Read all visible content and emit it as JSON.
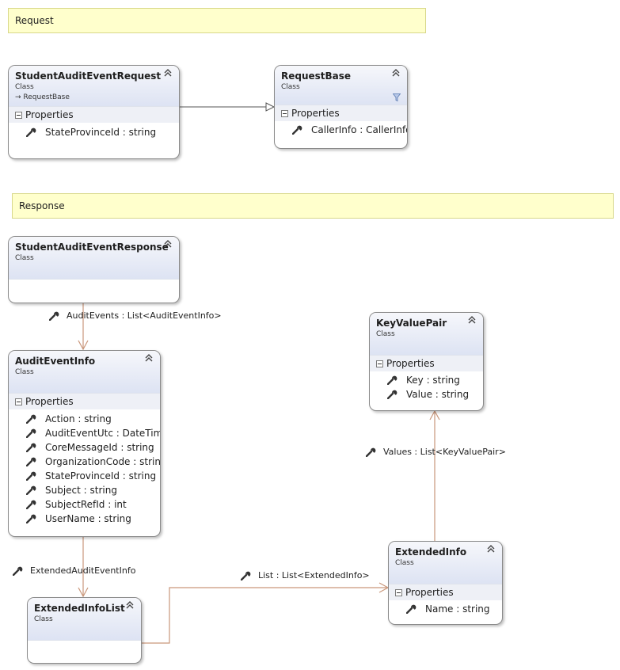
{
  "notes": {
    "request": "Request",
    "response": "Response"
  },
  "classes": {
    "student_audit_event_request": {
      "name": "StudentAuditEventRequest",
      "stereotype": "Class",
      "base": "RequestBase",
      "section": "Properties",
      "properties": [
        "StateProvinceId : string"
      ]
    },
    "request_base": {
      "name": "RequestBase",
      "stereotype": "Class",
      "section": "Properties",
      "properties": [
        "CallerInfo : CallerInfo"
      ]
    },
    "student_audit_event_response": {
      "name": "StudentAuditEventResponse",
      "stereotype": "Class"
    },
    "audit_event_info": {
      "name": "AuditEventInfo",
      "stereotype": "Class",
      "section": "Properties",
      "properties": [
        "Action : string",
        "AuditEventUtc : DateTime",
        "CoreMessageId : string",
        "OrganizationCode : string",
        "StateProvinceId : string",
        "Subject : string",
        "SubjectRefId : int",
        "UserName : string"
      ]
    },
    "key_value_pair": {
      "name": "KeyValuePair",
      "stereotype": "Class",
      "section": "Properties",
      "properties": [
        "Key : string",
        "Value : string"
      ]
    },
    "extended_info": {
      "name": "ExtendedInfo",
      "stereotype": "Class",
      "section": "Properties",
      "properties": [
        "Name : string"
      ]
    },
    "extended_info_list": {
      "name": "ExtendedInfoList",
      "stereotype": "Class"
    }
  },
  "associations": {
    "audit_events": "AuditEvents : List<AuditEventInfo>",
    "extended_audit_event_info": "ExtendedAuditEventInfo",
    "list": "List : List<ExtendedInfo>",
    "values": "Values : List<KeyValuePair>"
  },
  "colors": {
    "note_bg": "#ffffcc",
    "association_line": "#c9967a",
    "inheritance_line": "#555555"
  }
}
